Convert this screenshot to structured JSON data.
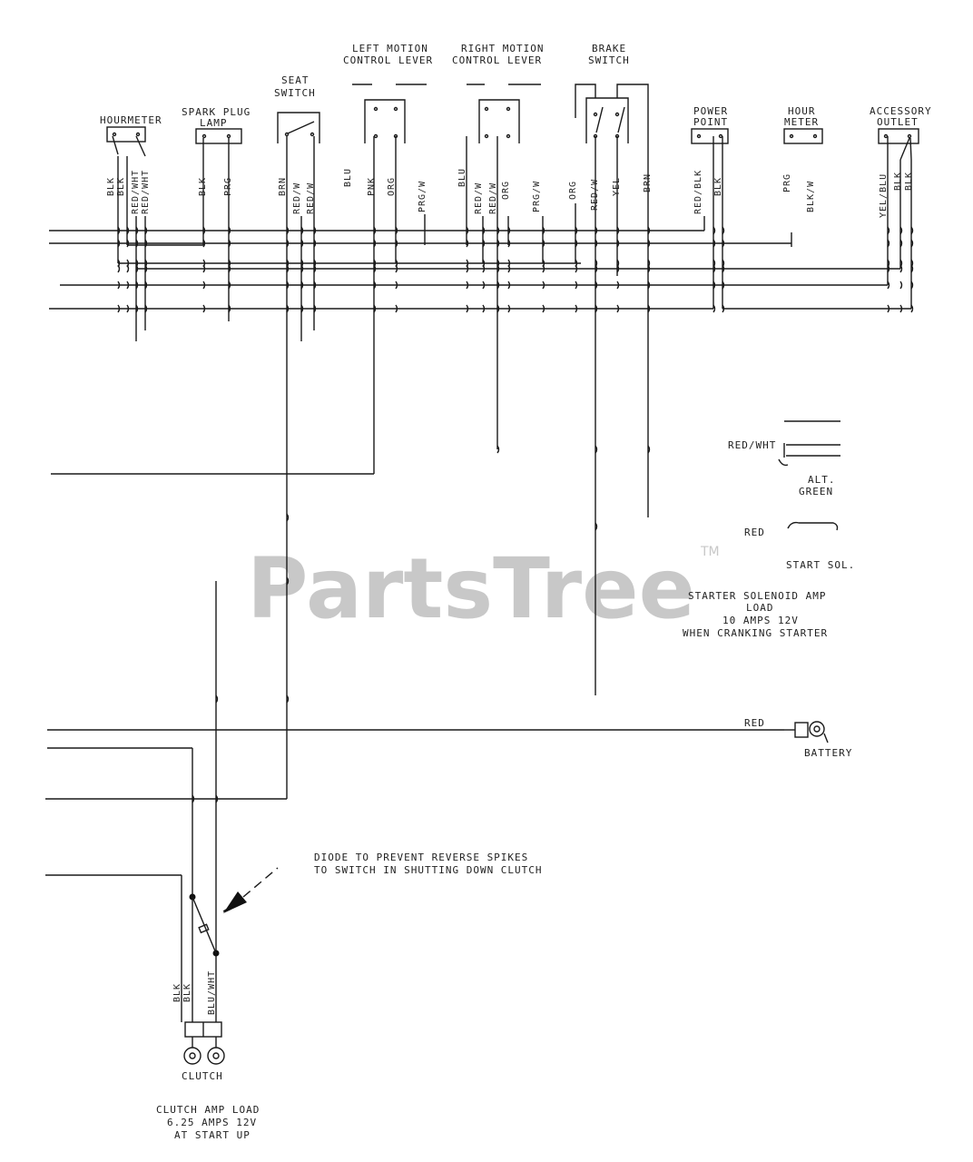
{
  "components": {
    "hourmeter": "HOURMETER",
    "spark_plug_lamp": [
      "SPARK PLUG",
      "LAMP"
    ],
    "seat_switch": [
      "SEAT",
      "SWITCH"
    ],
    "left_motion": [
      "LEFT MOTION",
      "CONTROL LEVER"
    ],
    "right_motion": [
      "RIGHT MOTION",
      "CONTROL LEVER"
    ],
    "brake_switch": [
      "BRAKE",
      "SWITCH"
    ],
    "power_point": [
      "POWER",
      "POINT"
    ],
    "hour_meter": [
      "HOUR",
      "METER"
    ],
    "accessory_outlet": [
      "ACCESSORY",
      "OUTLET"
    ],
    "alternator": [
      "ALT.",
      "GREEN"
    ],
    "start_sol": "START SOL.",
    "battery": "BATTERY",
    "clutch": "CLUTCH"
  },
  "wire_labels": {
    "hourmeter": [
      "BLK",
      "BLK",
      "RED/WHT",
      "RED/WHT"
    ],
    "spark_plug_lamp": [
      "BLK",
      "PRG"
    ],
    "seat_switch": [
      "BRN",
      "RED/W",
      "RED/W"
    ],
    "left_motion": [
      "BLU",
      "PNK",
      "ORG",
      "PRG/W"
    ],
    "right_motion": [
      "BLU",
      "RED/W",
      "RED/W",
      "ORG",
      "PRG/W"
    ],
    "brake_switch": [
      "ORG",
      "RED/W",
      "YEL",
      "BRN"
    ],
    "power_point": [
      "RED/BLK",
      "BLK"
    ],
    "hour_meter": [
      "PRG",
      "BLK/W"
    ],
    "accessory_outlet": [
      "YEL/BLU",
      "BLK",
      "BLK"
    ],
    "alt_wire": "RED/WHT",
    "start_wire": "RED",
    "battery_wire": "RED",
    "clutch": [
      "BLK",
      "BLK",
      "BLU/WHT"
    ]
  },
  "notes": {
    "starter_load": [
      "STARTER SOLENOID AMP",
      "LOAD",
      "10 AMPS 12V",
      "WHEN CRANKING STARTER"
    ],
    "diode": [
      "DIODE TO PREVENT REVERSE SPIKES",
      "TO SWITCH IN SHUTTING DOWN CLUTCH"
    ],
    "clutch_load": [
      "CLUTCH AMP LOAD",
      "6.25 AMPS 12V",
      "AT START UP"
    ]
  },
  "watermark": {
    "text": "PartsTree",
    "mark": "TM"
  }
}
